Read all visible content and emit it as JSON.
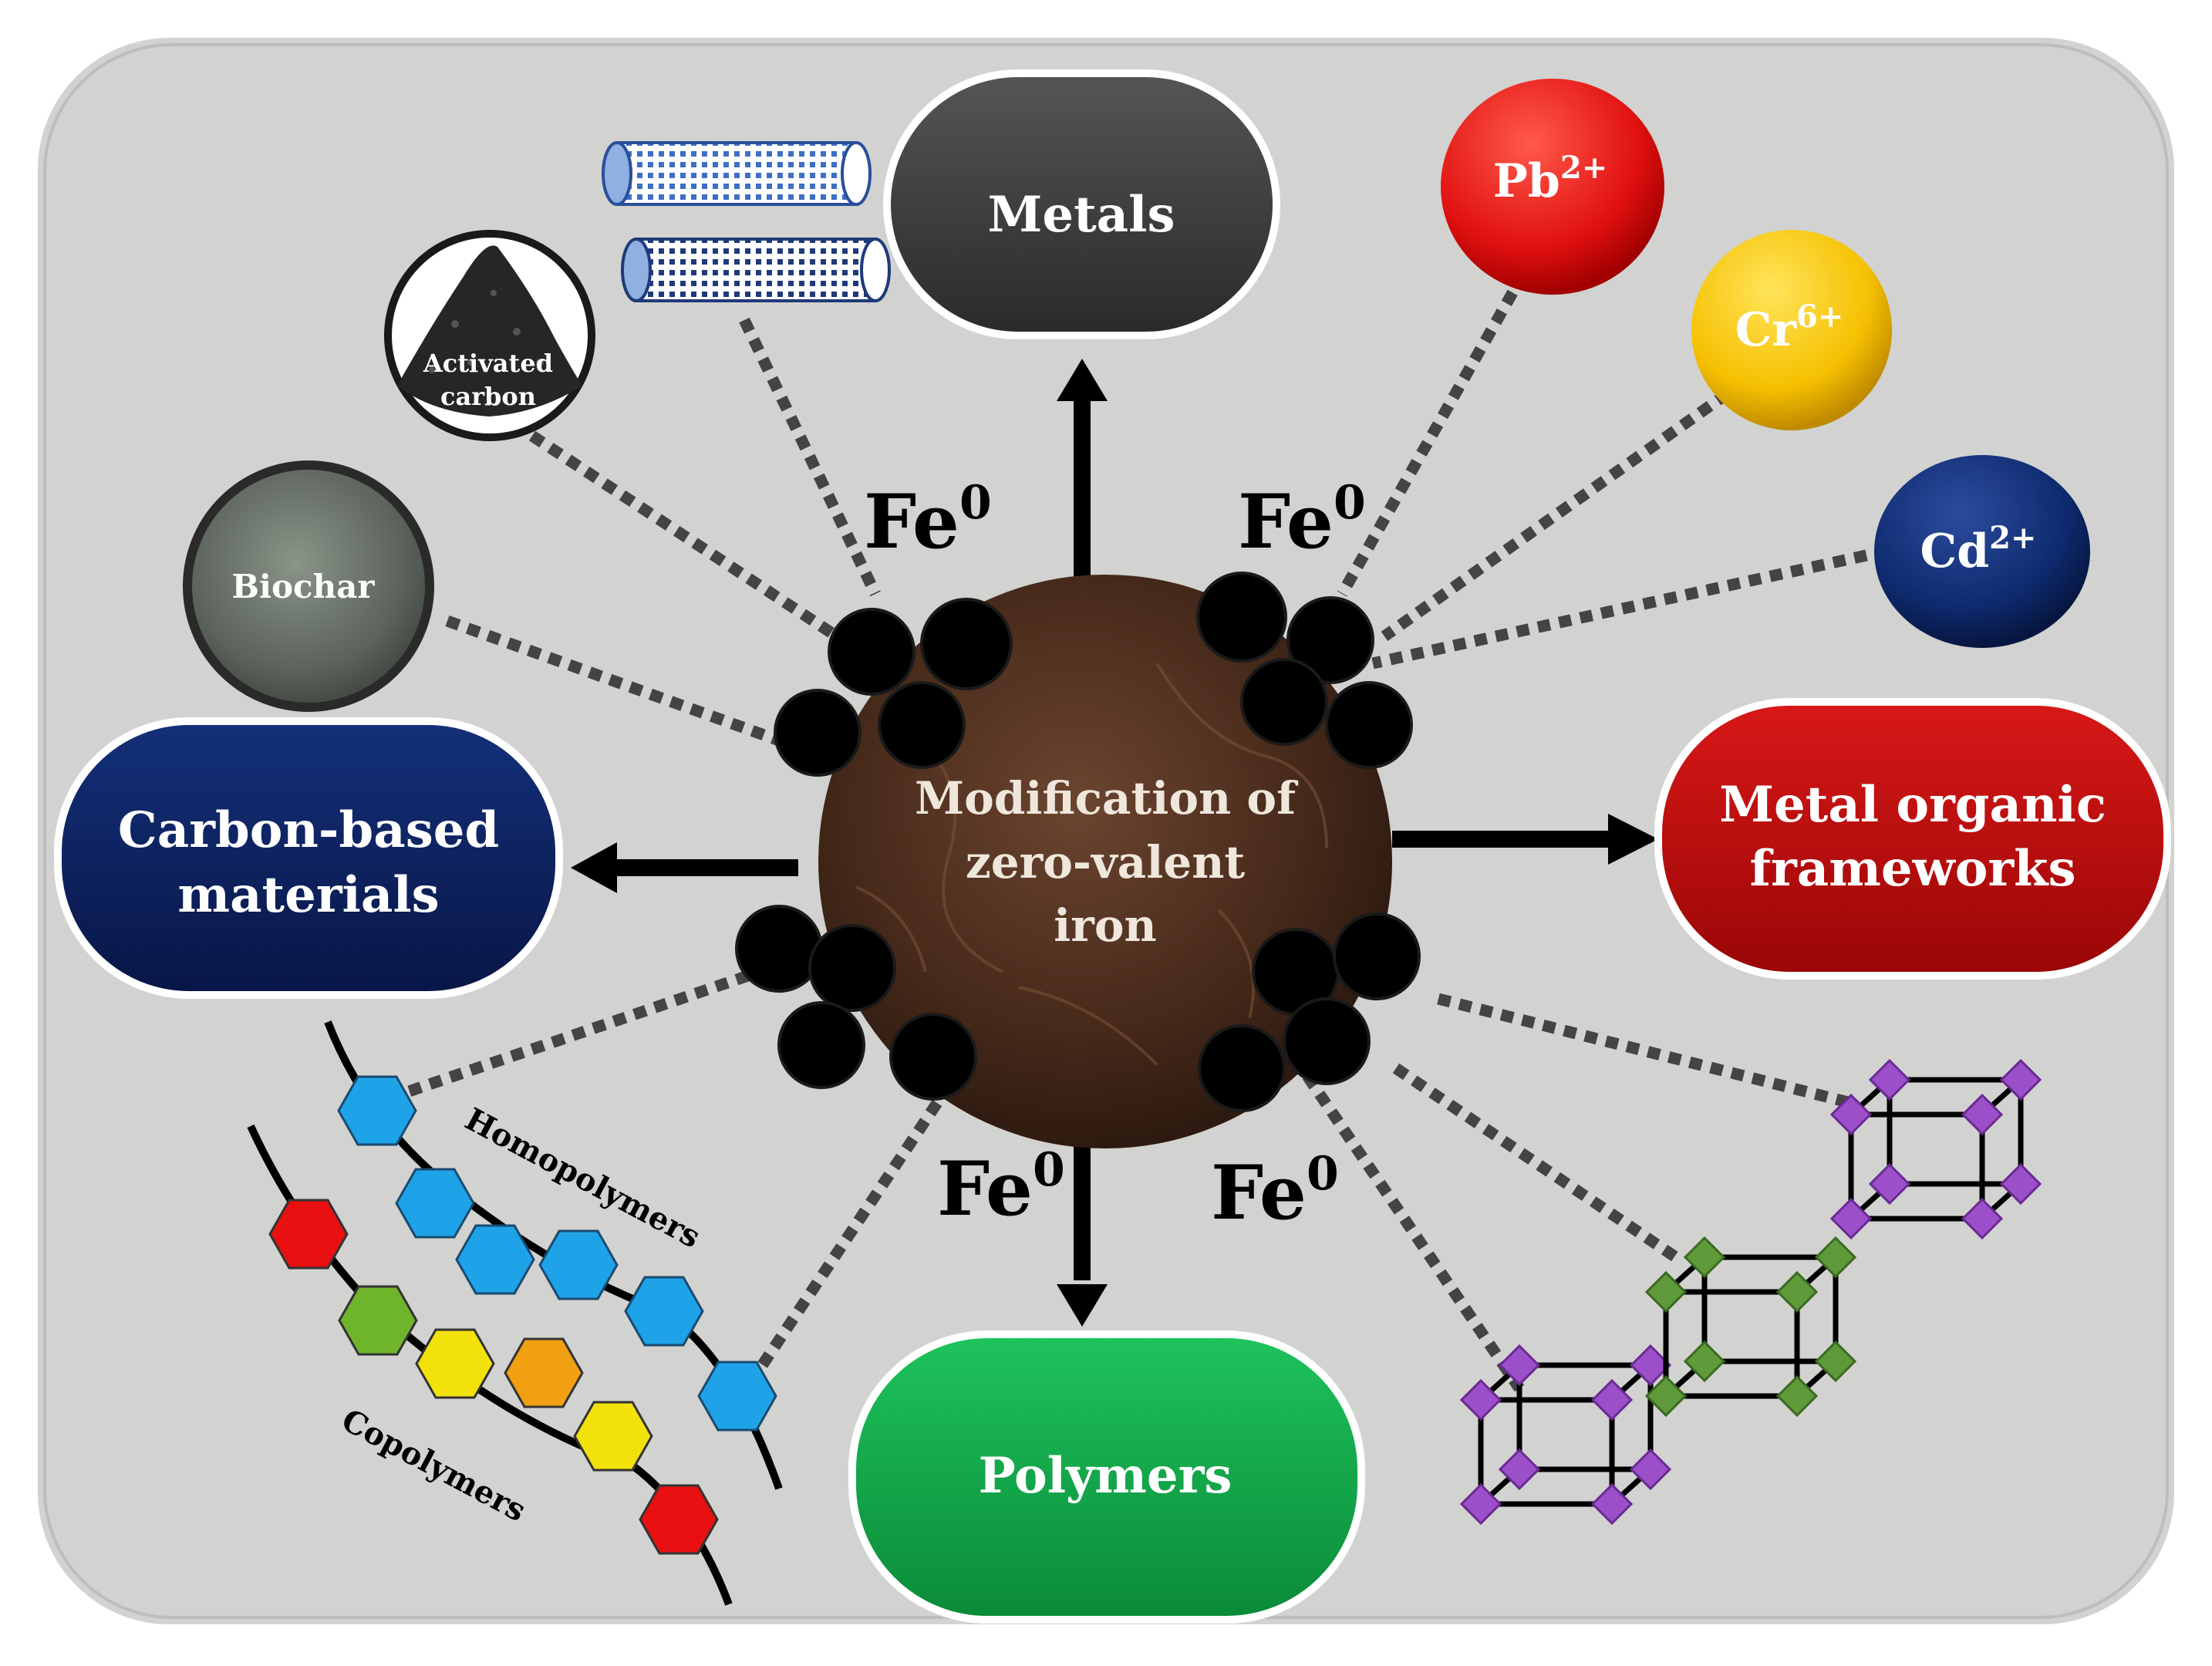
{
  "center": {
    "line1": "Modification of",
    "line2": "zero-valent",
    "line3": "iron"
  },
  "categories": {
    "metals": "Metals",
    "polymers": "Polymers",
    "carbon_line1": "Carbon-based",
    "carbon_line2": "materials",
    "mof_line1": "Metal organic",
    "mof_line2": "frameworks"
  },
  "fe_labels": [
    {
      "base": "Fe",
      "sup": "0"
    },
    {
      "base": "Fe",
      "sup": "0"
    },
    {
      "base": "Fe",
      "sup": "0"
    },
    {
      "base": "Fe",
      "sup": "0"
    }
  ],
  "ions": [
    {
      "base": "Pb",
      "sup": "2+",
      "color": "#ee1111"
    },
    {
      "base": "Cr",
      "sup": "6+",
      "color": "#f5c000"
    },
    {
      "base": "Cd",
      "sup": "2+",
      "color": "#0e2a6e"
    }
  ],
  "carbon_items": {
    "biochar": "Biochar",
    "activated_line1": "Activated",
    "activated_line2": "carbon"
  },
  "polymer_items": {
    "homo": "Homopolymers",
    "co": "Copolymers"
  },
  "colors": {
    "metals": "#3a3a3a",
    "polymers": "#11a84a",
    "carbon": "#0b1f5e",
    "mof": "#c00d0d",
    "core": "#4a2c1c",
    "background": "#d2d2d0"
  }
}
